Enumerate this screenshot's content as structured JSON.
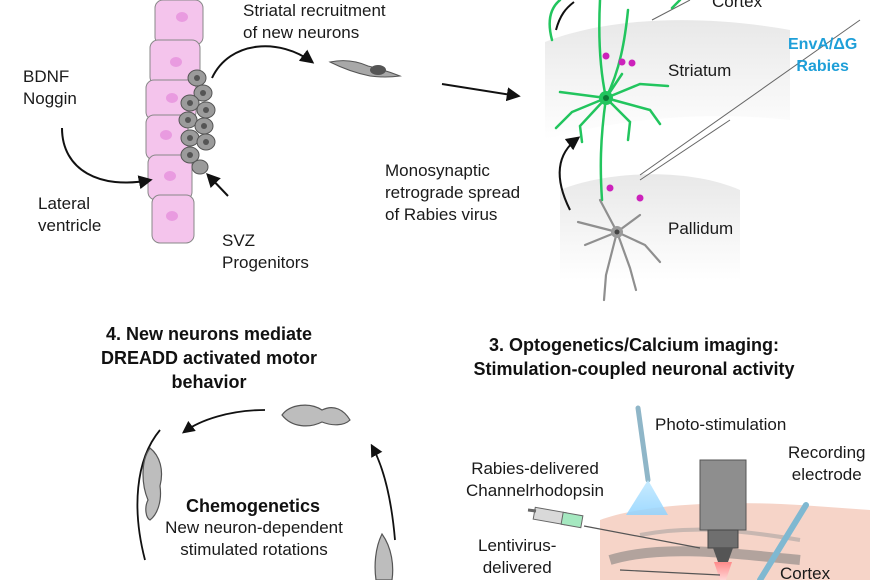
{
  "panel1": {
    "factors": "BDNF\nNoggin",
    "lateral_ventricle": "Lateral\nventricle",
    "svz": "SVZ\nProgenitors",
    "recruitment": "Striatal recruitment\nof new neurons"
  },
  "panel2": {
    "cortex": "Cortex",
    "striatum": "Striatum",
    "pallidum": "Pallidum",
    "rabies": "EnvA/ΔG\nRabies",
    "spread": "Monosynaptic\nretrograde spread\nof Rabies virus"
  },
  "panel4": {
    "heading": "4. New neurons mediate\nDREADD activated motor\nbehavior",
    "chemogenetics": "Chemogenetics",
    "rotations": "New neuron-dependent\nstimulated rotations"
  },
  "panel3": {
    "heading": "3. Optogenetics/Calcium imaging:\nStimulation-coupled neuronal activity",
    "photo": "Photo-stimulation",
    "recording": "Recording\nelectrode",
    "channelrhodopsin": "Rabies-delivered\nChannelrhodopsin",
    "lentivirus": "Lentivirus-\ndelivered",
    "cortex": "Cortex"
  },
  "colors": {
    "ventricle_pink": "#f4c4ec",
    "nucleus_pink": "#e99be0",
    "green_neuron": "#22c55e",
    "magenta_dot": "#cc22bb",
    "rabies_blue": "#1e9fd8",
    "grey_cell": "#9a9a9a"
  }
}
